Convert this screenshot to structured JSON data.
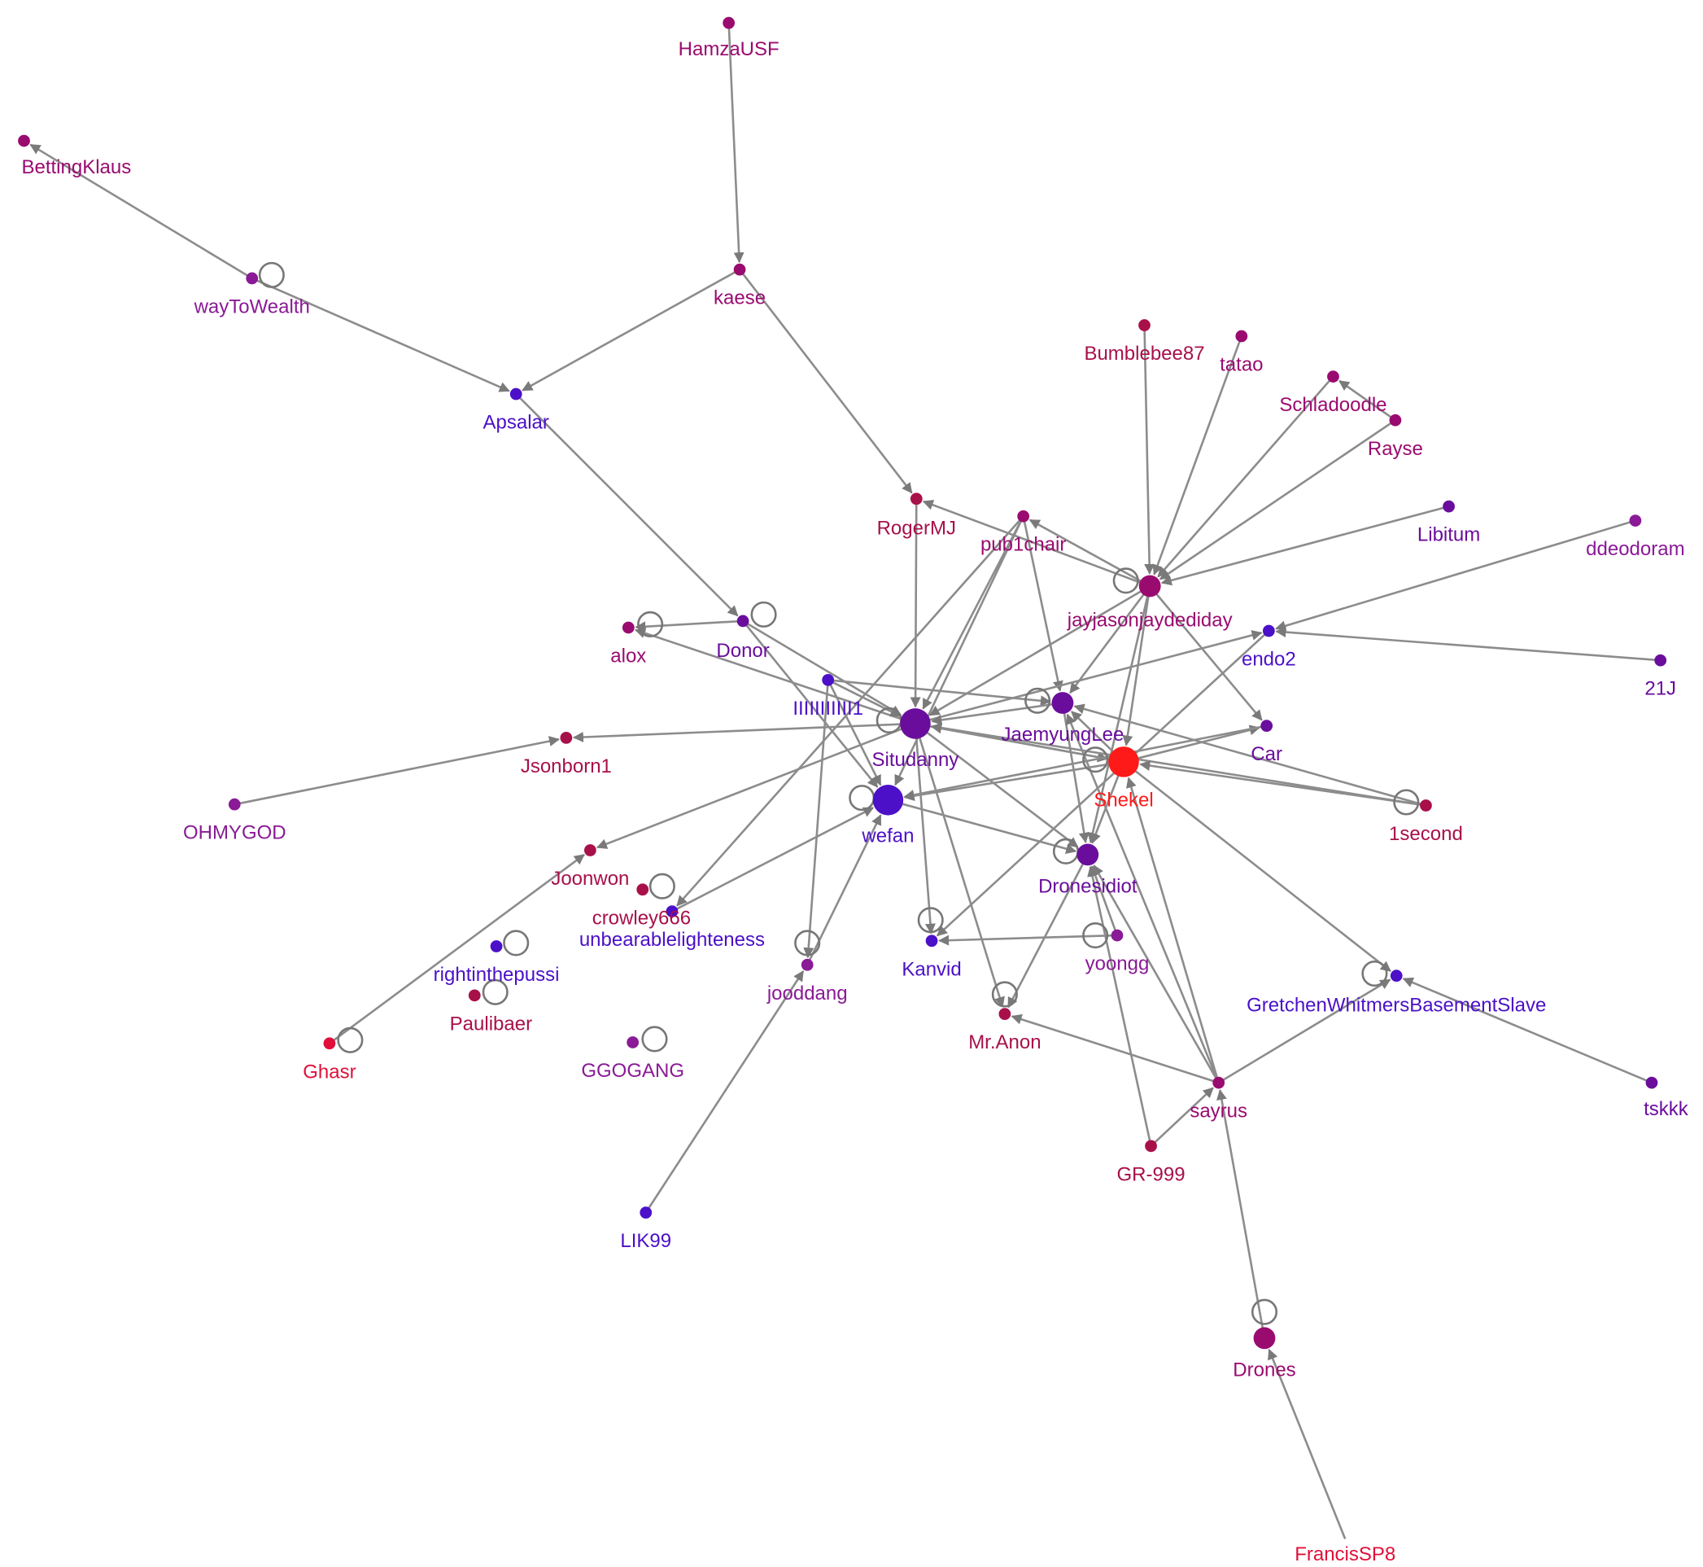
{
  "node_styles": {
    "violet": "#8a1a96",
    "purple": "#6a0d9c",
    "indigo": "#4b10c8",
    "magenta": "#9a0b70",
    "crimson": "#a8104a",
    "red": "#ff1a1a",
    "scarlet": "#e0103a"
  },
  "nodes": [
    {
      "id": "HamzaUSF",
      "label": "HamzaUSF",
      "style": "magenta",
      "size": "small",
      "self_loop": false
    },
    {
      "id": "BettingKlaus",
      "label": "BettingKlaus",
      "style": "magenta",
      "size": "small",
      "self_loop": false
    },
    {
      "id": "wayToWealth",
      "label": "wayToWealth",
      "style": "violet",
      "size": "small",
      "self_loop": true
    },
    {
      "id": "kaese",
      "label": "kaese",
      "style": "magenta",
      "size": "small",
      "self_loop": false
    },
    {
      "id": "Apsalar",
      "label": "Apsalar",
      "style": "indigo",
      "size": "small",
      "self_loop": false
    },
    {
      "id": "Bumblebee87",
      "label": "Bumblebee87",
      "style": "crimson",
      "size": "small",
      "self_loop": false
    },
    {
      "id": "tatao",
      "label": "tatao",
      "style": "magenta",
      "size": "small",
      "self_loop": false
    },
    {
      "id": "Schladoodle",
      "label": "Schladoodle",
      "style": "magenta",
      "size": "small",
      "self_loop": false
    },
    {
      "id": "Rayse",
      "label": "Rayse",
      "style": "magenta",
      "size": "small",
      "self_loop": false
    },
    {
      "id": "RogerMJ",
      "label": "RogerMJ",
      "style": "crimson",
      "size": "small",
      "self_loop": false
    },
    {
      "id": "pub1chair",
      "label": "pub1chair",
      "style": "magenta",
      "size": "small",
      "self_loop": false
    },
    {
      "id": "Libitum",
      "label": "Libitum",
      "style": "purple",
      "size": "small",
      "self_loop": false
    },
    {
      "id": "ddeodoram",
      "label": "ddeodoram",
      "style": "violet",
      "size": "small",
      "self_loop": false
    },
    {
      "id": "jayjasonjaydediday",
      "label": "jayjasonjaydediday",
      "style": "magenta",
      "size": "medium",
      "self_loop": true
    },
    {
      "id": "alox",
      "label": "alox",
      "style": "magenta",
      "size": "small",
      "self_loop": true
    },
    {
      "id": "Donor",
      "label": "Donor",
      "style": "purple",
      "size": "small",
      "self_loop": true
    },
    {
      "id": "endo2",
      "label": "endo2",
      "style": "indigo",
      "size": "small",
      "self_loop": false
    },
    {
      "id": "21J",
      "label": "21J",
      "style": "purple",
      "size": "small",
      "self_loop": false
    },
    {
      "id": "IIIIIIIIIII1",
      "label": "IIIIIIIIIII1",
      "style": "indigo",
      "size": "small",
      "self_loop": false
    },
    {
      "id": "Situdanny",
      "label": "Situdanny",
      "style": "purple",
      "size": "large",
      "self_loop": true
    },
    {
      "id": "JaemyungLee",
      "label": "JaemyungLee",
      "style": "purple",
      "size": "medium",
      "self_loop": true
    },
    {
      "id": "Car",
      "label": "Car",
      "style": "purple",
      "size": "small",
      "self_loop": false
    },
    {
      "id": "Jsonborn1",
      "label": "Jsonborn1",
      "style": "crimson",
      "size": "small",
      "self_loop": false
    },
    {
      "id": "Shekel",
      "label": "Shekel",
      "style": "red",
      "size": "large",
      "self_loop": true
    },
    {
      "id": "1second",
      "label": "1second",
      "style": "crimson",
      "size": "small",
      "self_loop": true
    },
    {
      "id": "OHMYGOD",
      "label": "OHMYGOD",
      "style": "violet",
      "size": "small",
      "self_loop": false
    },
    {
      "id": "wefan",
      "label": "wefan",
      "style": "indigo",
      "size": "large",
      "self_loop": true
    },
    {
      "id": "Joonwon",
      "label": "Joonwon",
      "style": "crimson",
      "size": "small",
      "self_loop": false
    },
    {
      "id": "Dronesidiot",
      "label": "Dronesidiot",
      "style": "purple",
      "size": "medium",
      "self_loop": true
    },
    {
      "id": "crowley666",
      "label": "crowley666",
      "style": "crimson",
      "size": "small",
      "self_loop": true
    },
    {
      "id": "unbearablelighteness",
      "label": "unbearablelighteness",
      "style": "indigo",
      "size": "small",
      "self_loop": false
    },
    {
      "id": "rightinthepussi",
      "label": "rightinthepussi",
      "style": "indigo",
      "size": "small",
      "self_loop": true
    },
    {
      "id": "Kanvid",
      "label": "Kanvid",
      "style": "indigo",
      "size": "small",
      "self_loop": true
    },
    {
      "id": "yoongg",
      "label": "yoongg",
      "style": "violet",
      "size": "small",
      "self_loop": true
    },
    {
      "id": "jooddang",
      "label": "jooddang",
      "style": "violet",
      "size": "small",
      "self_loop": true
    },
    {
      "id": "Paulibaer",
      "label": "Paulibaer",
      "style": "crimson",
      "size": "small",
      "self_loop": true
    },
    {
      "id": "GretchenWhitmersBasementSlave",
      "label": "GretchenWhitmersBasementSlave",
      "style": "indigo",
      "size": "small",
      "self_loop": true
    },
    {
      "id": "Ghasr",
      "label": "Ghasr",
      "style": "scarlet",
      "size": "small",
      "self_loop": true
    },
    {
      "id": "Mr.Anon",
      "label": "Mr.Anon",
      "style": "crimson",
      "size": "small",
      "self_loop": true
    },
    {
      "id": "GGOGANG",
      "label": "GGOGANG",
      "style": "violet",
      "size": "small",
      "self_loop": true
    },
    {
      "id": "tskkk",
      "label": "tskkk",
      "style": "purple",
      "size": "small",
      "self_loop": false
    },
    {
      "id": "sayrus",
      "label": "sayrus",
      "style": "magenta",
      "size": "small",
      "self_loop": false
    },
    {
      "id": "GR-999",
      "label": "GR-999",
      "style": "crimson",
      "size": "small",
      "self_loop": false
    },
    {
      "id": "LIK99",
      "label": "LIK99",
      "style": "indigo",
      "size": "small",
      "self_loop": false
    },
    {
      "id": "Drones",
      "label": "Drones",
      "style": "magenta",
      "size": "medium",
      "self_loop": true
    },
    {
      "id": "FrancisSP8",
      "label": "FrancisSP8",
      "style": "scarlet",
      "size": "none",
      "self_loop": false
    }
  ],
  "edges": [
    [
      "HamzaUSF",
      "kaese"
    ],
    [
      "kaese",
      "Apsalar"
    ],
    [
      "kaese",
      "RogerMJ"
    ],
    [
      "wayToWealth",
      "BettingKlaus"
    ],
    [
      "wayToWealth",
      "Apsalar"
    ],
    [
      "Apsalar",
      "Donor"
    ],
    [
      "Bumblebee87",
      "jayjasonjaydediday"
    ],
    [
      "tatao",
      "jayjasonjaydediday"
    ],
    [
      "Schladoodle",
      "jayjasonjaydediday"
    ],
    [
      "Rayse",
      "Schladoodle"
    ],
    [
      "Rayse",
      "jayjasonjaydediday"
    ],
    [
      "Libitum",
      "jayjasonjaydediday"
    ],
    [
      "jayjasonjaydediday",
      "RogerMJ"
    ],
    [
      "jayjasonjaydediday",
      "pub1chair"
    ],
    [
      "jayjasonjaydediday",
      "Situdanny"
    ],
    [
      "jayjasonjaydediday",
      "JaemyungLee"
    ],
    [
      "jayjasonjaydediday",
      "Shekel"
    ],
    [
      "jayjasonjaydediday",
      "Dronesidiot"
    ],
    [
      "jayjasonjaydediday",
      "Car"
    ],
    [
      "ddeodoram",
      "endo2"
    ],
    [
      "21J",
      "endo2"
    ],
    [
      "RogerMJ",
      "Situdanny"
    ],
    [
      "pub1chair",
      "Situdanny"
    ],
    [
      "pub1chair",
      "JaemyungLee"
    ],
    [
      "pub1chair",
      "wefan"
    ],
    [
      "pub1chair",
      "unbearablelighteness"
    ],
    [
      "Donor",
      "Situdanny"
    ],
    [
      "Donor",
      "wefan"
    ],
    [
      "Donor",
      "alox"
    ],
    [
      "Situdanny",
      "alox"
    ],
    [
      "Situdanny",
      "Jsonborn1"
    ],
    [
      "Situdanny",
      "Joonwon"
    ],
    [
      "Situdanny",
      "endo2"
    ],
    [
      "Situdanny",
      "Shekel"
    ],
    [
      "Situdanny",
      "Dronesidiot"
    ],
    [
      "Situdanny",
      "Kanvid"
    ],
    [
      "Situdanny",
      "Mr.Anon"
    ],
    [
      "IIIIIIIIIII1",
      "Situdanny"
    ],
    [
      "IIIIIIIIIII1",
      "wefan"
    ],
    [
      "IIIIIIIIIII1",
      "JaemyungLee"
    ],
    [
      "IIIIIIIIIII1",
      "jooddang"
    ],
    [
      "JaemyungLee",
      "Situdanny"
    ],
    [
      "JaemyungLee",
      "Dronesidiot"
    ],
    [
      "Shekel",
      "Situdanny"
    ],
    [
      "Shekel",
      "wefan"
    ],
    [
      "Shekel",
      "Car"
    ],
    [
      "Shekel",
      "Dronesidiot"
    ],
    [
      "Shekel",
      "JaemyungLee"
    ],
    [
      "Shekel",
      "GretchenWhitmersBasementSlave"
    ],
    [
      "1second",
      "Situdanny"
    ],
    [
      "1second",
      "JaemyungLee"
    ],
    [
      "1second",
      "Shekel"
    ],
    [
      "Car",
      "wefan"
    ],
    [
      "endo2",
      "Kanvid"
    ],
    [
      "wefan",
      "Dronesidiot"
    ],
    [
      "jooddang",
      "wefan"
    ],
    [
      "unbearablelighteness",
      "wefan"
    ],
    [
      "Dronesidiot",
      "Mr.Anon"
    ],
    [
      "yoongg",
      "Kanvid"
    ],
    [
      "yoongg",
      "Dronesidiot"
    ],
    [
      "sayrus",
      "Mr.Anon"
    ],
    [
      "sayrus",
      "Dronesidiot"
    ],
    [
      "sayrus",
      "Shekel"
    ],
    [
      "sayrus",
      "GretchenWhitmersBasementSlave"
    ],
    [
      "sayrus",
      "JaemyungLee"
    ],
    [
      "GR-999",
      "sayrus"
    ],
    [
      "GR-999",
      "Dronesidiot"
    ],
    [
      "Drones",
      "sayrus"
    ],
    [
      "FrancisSP8",
      "Drones"
    ],
    [
      "tskkk",
      "GretchenWhitmersBasementSlave"
    ],
    [
      "OHMYGOD",
      "Jsonborn1"
    ],
    [
      "Ghasr",
      "Joonwon"
    ],
    [
      "LIK99",
      "jooddang"
    ]
  ]
}
